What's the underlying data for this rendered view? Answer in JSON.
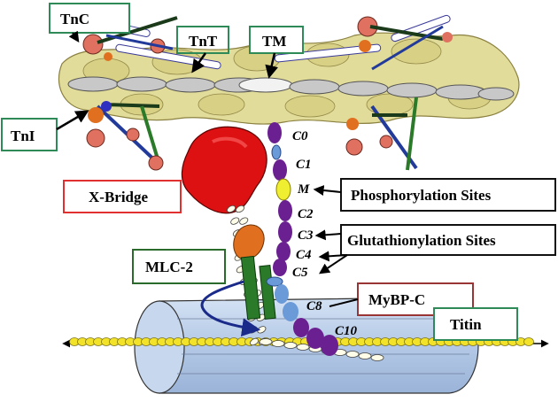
{
  "labels": {
    "tnc": "TnC",
    "tnt": "TnT",
    "tm": "TM",
    "tni": "TnI",
    "x_bridge": "X-Bridge",
    "phosphorylation": "Phosphorylation  Sites",
    "glutathionylation": "Glutathionylation  Sites",
    "mlc2": "MLC-2",
    "mybpc": "MyBP-C",
    "titin": "Titin"
  },
  "domains": {
    "c0": "C0",
    "c1": "C1",
    "m": "M",
    "c2": "C2",
    "c3": "C3",
    "c4": "C4",
    "c5": "C5",
    "c8": "C8",
    "c10": "C10"
  },
  "colors": {
    "green_box": "#2e8b57",
    "red_box": "#e03030",
    "dark_green_box": "#2a6a2a",
    "maroon_box": "#9a3535",
    "actin": "#e2dc9a",
    "actin_edge": "#8a8040",
    "myosin_head": "#dd1111",
    "mybpc_purple": "#6a2090",
    "mybpc_blue": "#6a9ad8",
    "motif_yellow": "#f0ee30",
    "titin": "#f2e22a",
    "thick_filament": "#b8cde8",
    "mlc2": "#2a7a2a",
    "elc": "#e07020"
  }
}
